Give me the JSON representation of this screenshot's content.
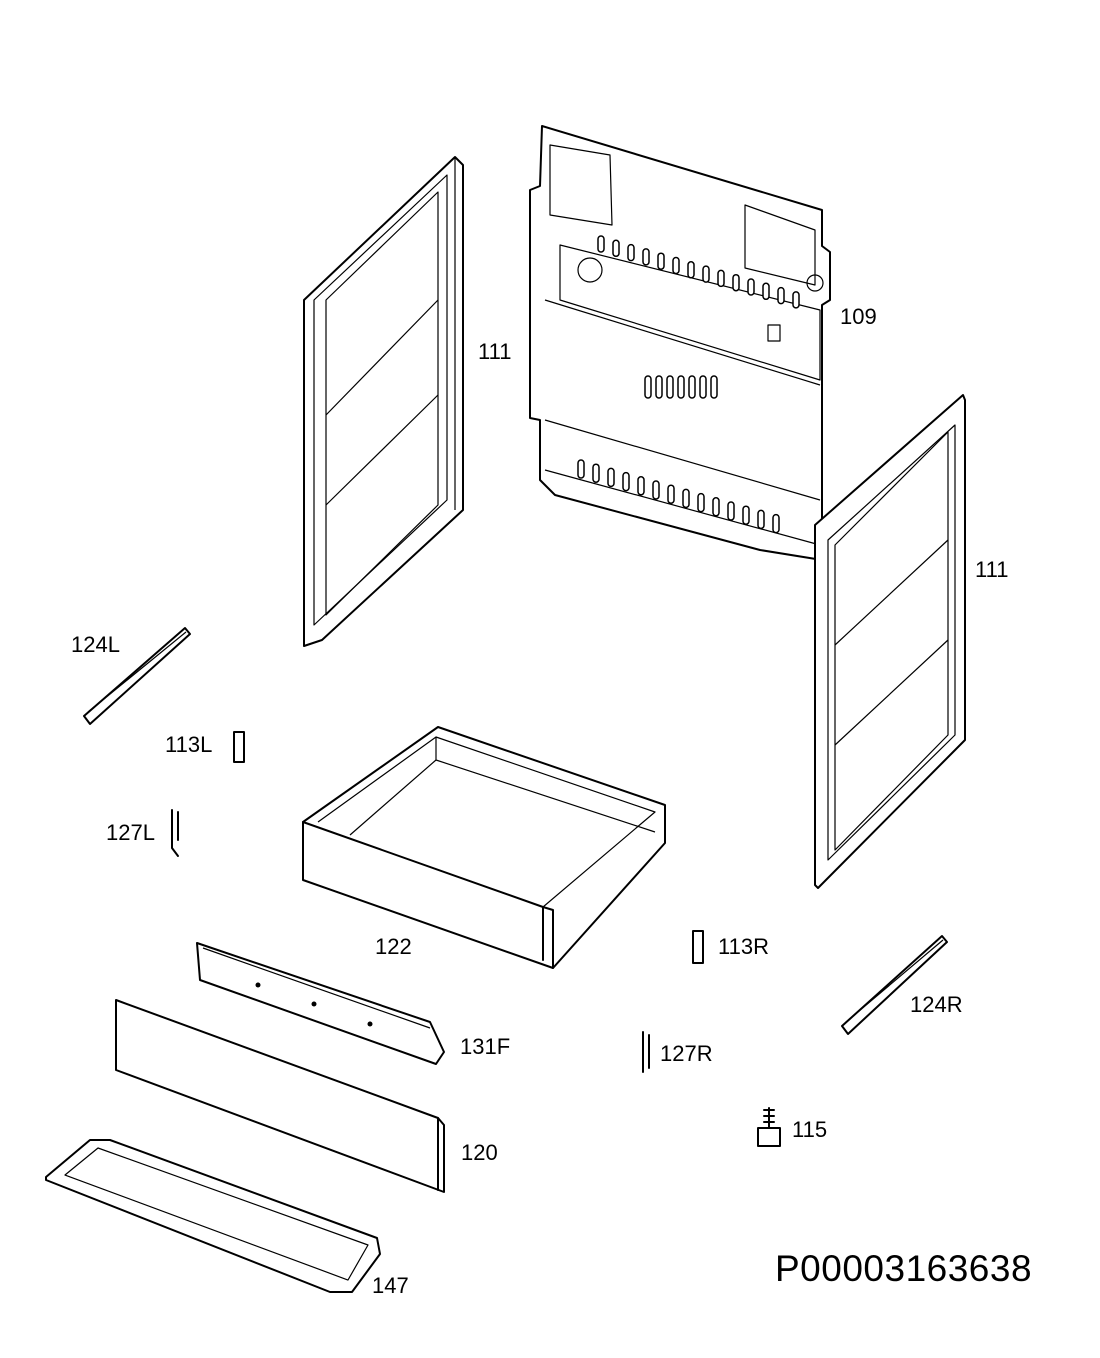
{
  "diagram": {
    "document_id": "P00003163638",
    "parts": [
      {
        "id": "back_panel",
        "label": "109"
      },
      {
        "id": "side_panel_left",
        "label": "111"
      },
      {
        "id": "side_panel_right",
        "label": "111"
      },
      {
        "id": "rail_left",
        "label": "124L"
      },
      {
        "id": "rail_right",
        "label": "124R"
      },
      {
        "id": "bracket_113l",
        "label": "113L"
      },
      {
        "id": "bracket_113r",
        "label": "113R"
      },
      {
        "id": "clip_127l",
        "label": "127L"
      },
      {
        "id": "clip_127r",
        "label": "127R"
      },
      {
        "id": "drawer",
        "label": "122"
      },
      {
        "id": "drawer_support",
        "label": "131F"
      },
      {
        "id": "drawer_front",
        "label": "120"
      },
      {
        "id": "leveling_foot",
        "label": "115"
      },
      {
        "id": "tray",
        "label": "147"
      }
    ]
  }
}
